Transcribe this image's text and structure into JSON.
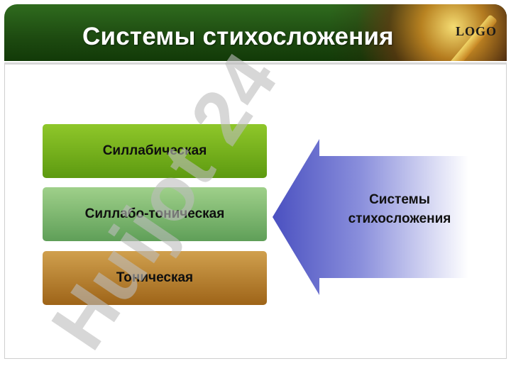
{
  "header": {
    "title": "Системы стихосложения",
    "logo": "LOGO"
  },
  "diagram": {
    "items": [
      {
        "label": "Силлабическая",
        "color": "#6ea51a"
      },
      {
        "label": "Силлабо-тоническая",
        "color": "#78b068"
      },
      {
        "label": "Тоническая",
        "color": "#b47c2c"
      }
    ],
    "arrow_label": "Системы стихосложения",
    "arrow_color": "#4a50c0"
  },
  "watermark": {
    "text": "Huijot 24",
    "color": "#bdbdbd"
  }
}
